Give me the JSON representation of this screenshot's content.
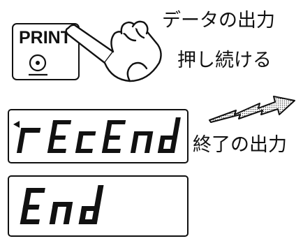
{
  "print_key": {
    "label": "PRINT"
  },
  "instruction": {
    "line1": "データの出力",
    "line2": "押し続ける"
  },
  "display_rec_end": {
    "segments": "rEcEnd",
    "caption": "終了の出力"
  },
  "display_end": {
    "segments": "End"
  },
  "colors": {
    "ink": "#111111",
    "paper": "#ffffff",
    "halftone": "#c8c8c8"
  },
  "icons": [
    "pointing-hand-icon",
    "target-circle-icon",
    "lightning-arrow-icon"
  ]
}
